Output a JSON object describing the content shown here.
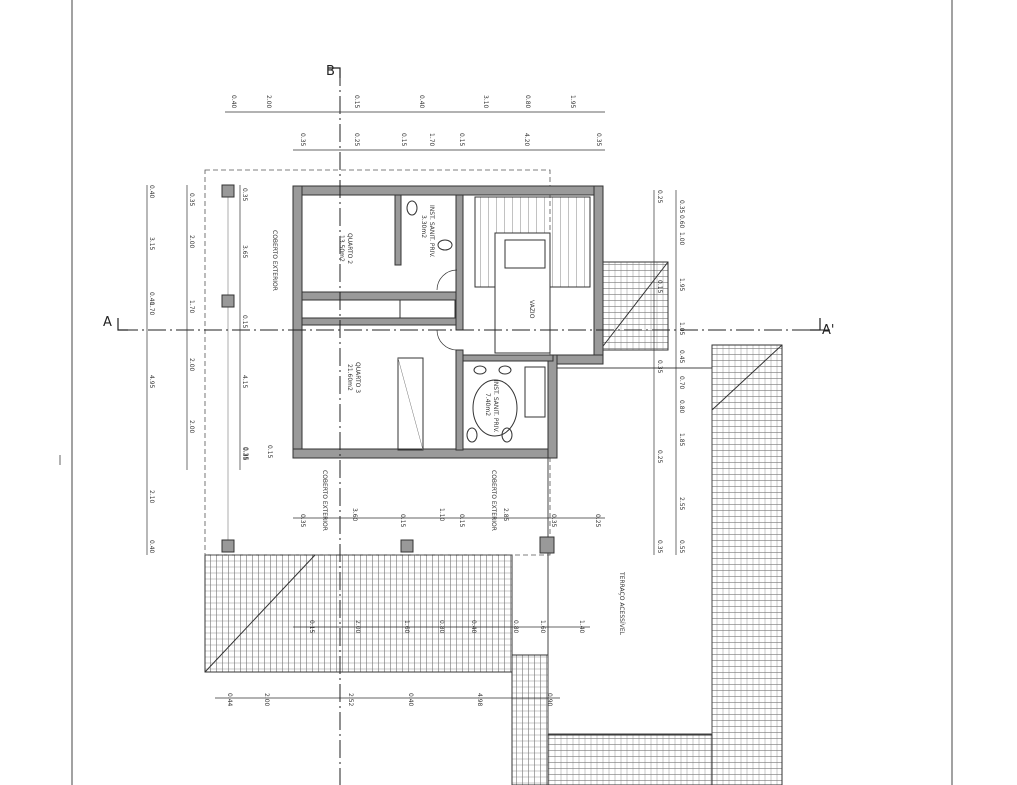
{
  "plan": {
    "section_a": "A",
    "section_a_prime": "A'",
    "section_b": "B",
    "rooms": {
      "quarto2_name": "QUARTO 2",
      "quarto2_area": "13.50m2",
      "quarto3_name": "QUARTO 3",
      "quarto3_area": "21.60m2",
      "is_priv1_name": "INST. SANIT. PRIV.",
      "is_priv1_area": "3.30m2",
      "is_priv2_name": "INST. SANIT. PRIV.",
      "is_priv2_area": "7.40m2",
      "vazio": "VAZIO",
      "coberto_ext_1": "COBERTO EXTERIOR",
      "coberto_ext_2": "COBERTO EXTERIOR",
      "coberto_ext_3": "COBERTO EXTERIOR",
      "terraco": "TERRAÇO ACESSÍVEL"
    },
    "dims_top_outer": [
      "0.40",
      "2.00",
      "0.15",
      "0.40",
      "3.10",
      "0.80",
      "1.95"
    ],
    "dims_top_inner": [
      "0.35",
      "0.25",
      "0.15",
      "1.70",
      "0.15",
      "4.20",
      "0.35"
    ],
    "dims_left_outer": [
      "0.40",
      "3.15",
      "0.40",
      "1.70",
      "4.95",
      "2.10",
      "0.40"
    ],
    "dims_left_inner": [
      "0.35",
      "2.00",
      "1.70",
      "2.00",
      "2.00"
    ],
    "dims_left_inner2": [
      "0.35",
      "3.65",
      "0.15",
      "4.15",
      "0.35"
    ],
    "dims_right_outer": [
      "0.35",
      "0.60",
      "1.00",
      "1.95",
      "1.05",
      "0.45",
      "0.70",
      "0.80",
      "1.85",
      "2.55",
      "0.55"
    ],
    "dims_right_inner": [
      "0.25",
      "0.15",
      "0.35",
      "0.25",
      "0.35"
    ],
    "dims_bottom_inner": [
      "0.35",
      "3.60",
      "0.15",
      "1.10",
      "0.15",
      "2.85",
      "0.35",
      "0.25"
    ],
    "dims_bottom_outer": [
      "0.15",
      "2.00",
      "1.60",
      "0.80",
      "0.40",
      "0.80",
      "1.60",
      "1.40"
    ],
    "dims_bottom_far": [
      "0.44",
      "2.00",
      "2.52",
      "0.40",
      "4.98",
      "0.90"
    ],
    "labels_small": [
      "0.35",
      "0.15"
    ]
  }
}
